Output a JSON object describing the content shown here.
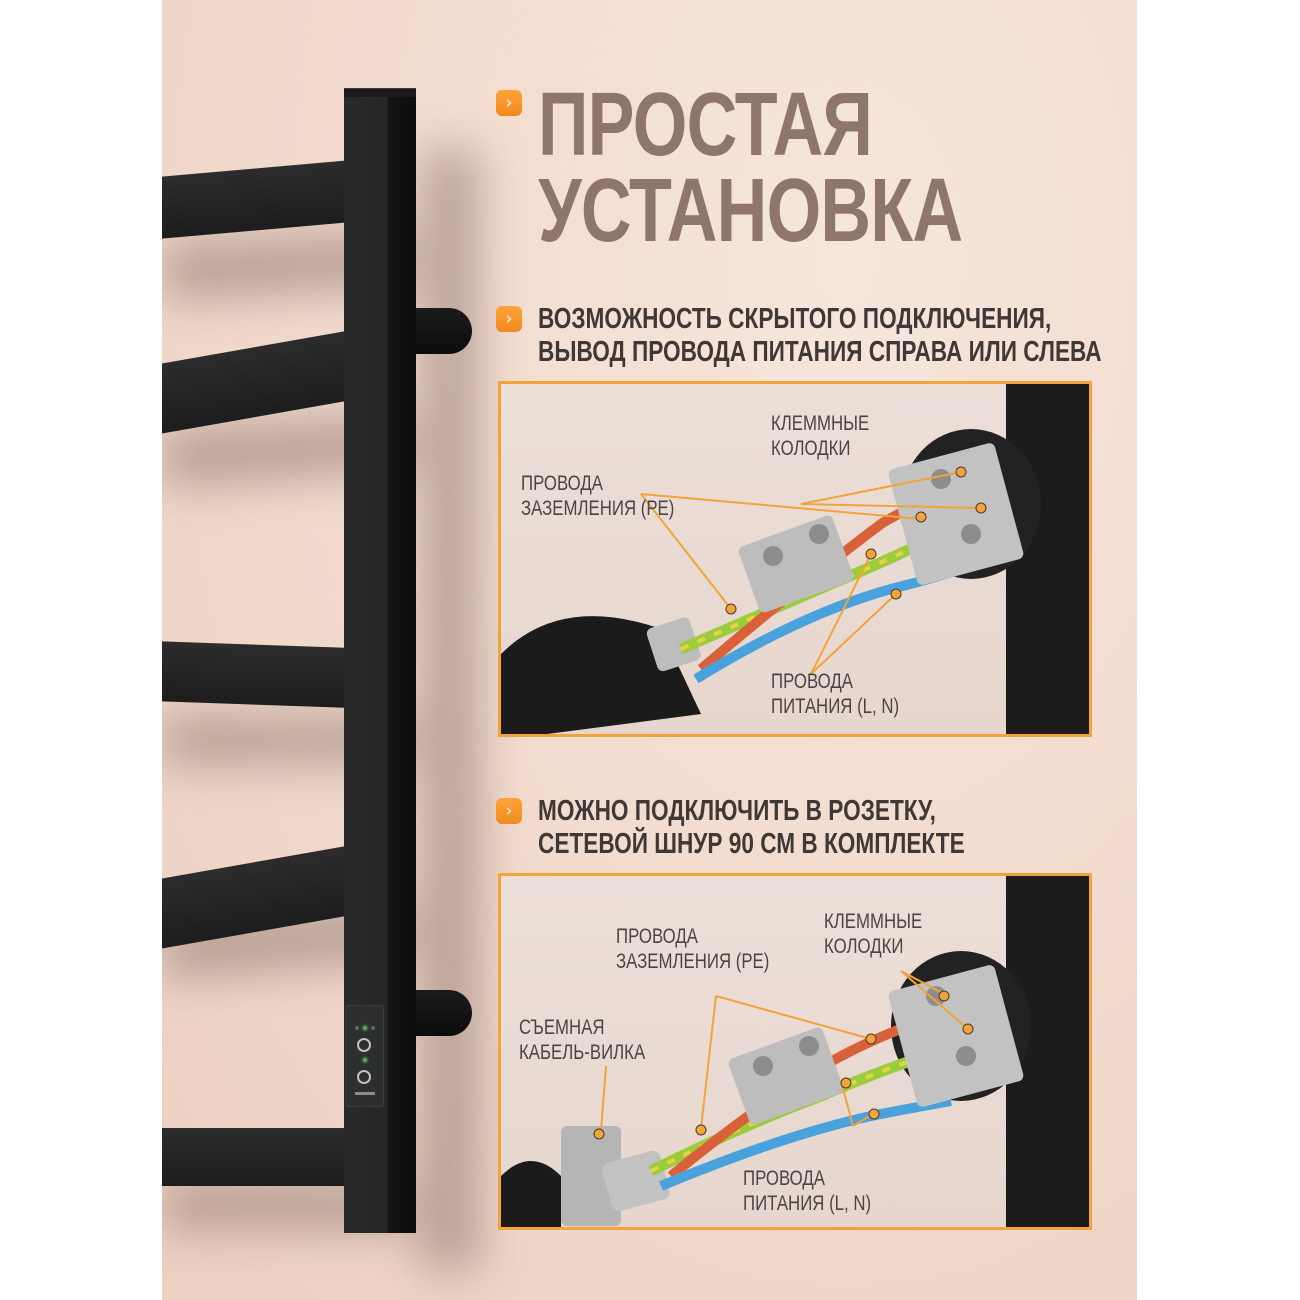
{
  "colors": {
    "accent_orange": "#f2a33a",
    "title_color": "#8e766c",
    "text_dark": "#3f3836",
    "background": "#f2dccf",
    "rail_black": "#1f1f1f"
  },
  "header": {
    "bullet_icon": "chevron-right-icon",
    "title_line1": "ПРОСТАЯ",
    "title_line2": "УСТАНОВКА"
  },
  "features": [
    {
      "bullet_icon": "chevron-right-icon",
      "line1": "ВОЗМОЖНОСТЬ СКРЫТОГО ПОДКЛЮЧЕНИЯ,",
      "line2": "ВЫВОД ПРОВОДА ПИТАНИЯ СПРАВА ИЛИ СЛЕВА",
      "diagram": {
        "terminal_blocks": {
          "line1": "КЛЕММНЫЕ",
          "line2": "КОЛОДКИ"
        },
        "ground_wires": {
          "line1": "ПРОВОДА",
          "line2": "ЗАЗЕМЛЕНИЯ (PE)"
        },
        "power_wires": {
          "line1": "ПРОВОДА",
          "line2": "ПИТАНИЯ (L, N)"
        }
      }
    },
    {
      "bullet_icon": "chevron-right-icon",
      "line1": "МОЖНО ПОДКЛЮЧИТЬ В РОЗЕТКУ,",
      "line2": "СЕТЕВОЙ ШНУР 90 СМ В КОМПЛЕКТЕ",
      "diagram": {
        "terminal_blocks": {
          "line1": "КЛЕММНЫЕ",
          "line2": "КОЛОДКИ"
        },
        "ground_wires": {
          "line1": "ПРОВОДА",
          "line2": "ЗАЗЕМЛЕНИЯ (PE)"
        },
        "removable_plug": {
          "line1": "СЪЕМНАЯ",
          "line2": "КАБЕЛЬ-ВИЛКА"
        },
        "power_wires": {
          "line1": "ПРОВОДА",
          "line2": "ПИТАНИЯ (L, N)"
        }
      }
    }
  ],
  "product": {
    "control_panel_icons": [
      "led-indicator-icon",
      "power-button-icon",
      "led-indicator-icon",
      "power-button-icon"
    ]
  }
}
